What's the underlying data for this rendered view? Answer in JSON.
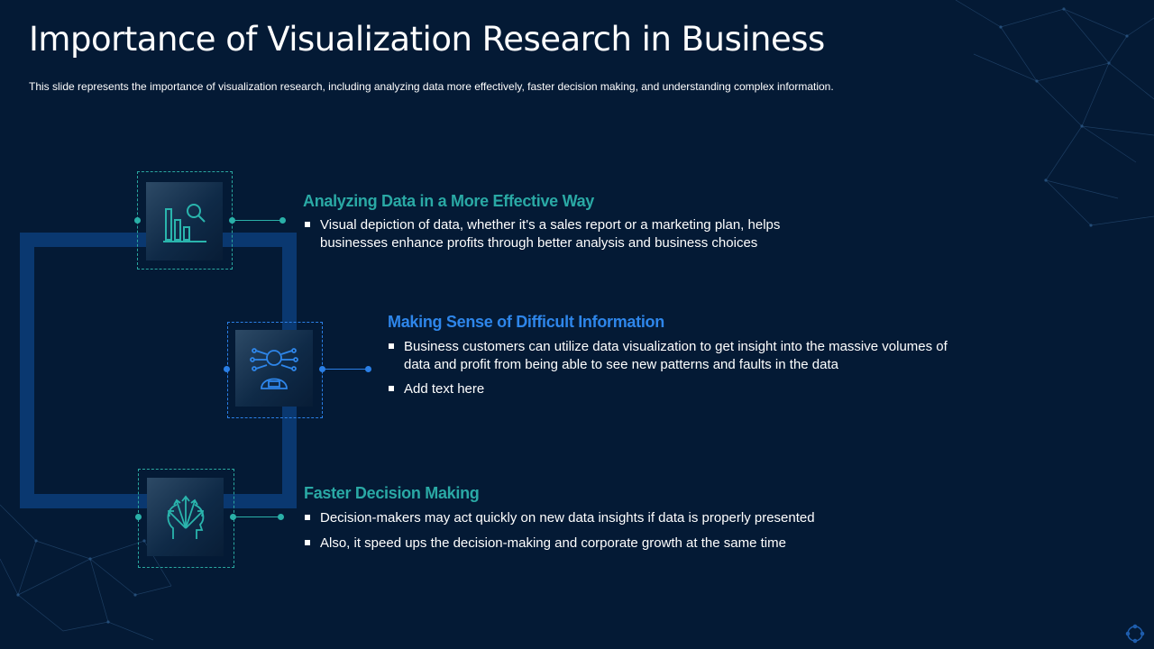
{
  "header": {
    "title": "Importance of Visualization Research in Business",
    "subtitle": "This slide represents the importance of visualization research, including analyzing data more effectively, faster decision making, and understanding  complex information."
  },
  "sections": [
    {
      "heading": "Analyzing Data in a More Effective Way",
      "icon": "bar-chart-magnifier-icon",
      "bullets": [
        "Visual depiction of data, whether it's a sales report or a marketing plan, helps businesses enhance profits through better analysis and business choices"
      ]
    },
    {
      "heading": "Making Sense of Difficult Information",
      "icon": "person-network-icon",
      "bullets": [
        "Business customers can utilize data visualization to get insight into the massive volumes of data and profit from being able to see new patterns and faults in the data",
        "Add text here"
      ]
    },
    {
      "heading": "Faster Decision Making",
      "icon": "head-arrows-icon",
      "bullets": [
        "Decision-makers may act quickly on new data insights if data is properly presented",
        " Also, it speed ups the decision-making and corporate growth at the same time"
      ]
    }
  ],
  "colors": {
    "background": "#041a35",
    "teal": "#2aa9a5",
    "blue": "#2e86ea",
    "frame": "#0a3870"
  }
}
